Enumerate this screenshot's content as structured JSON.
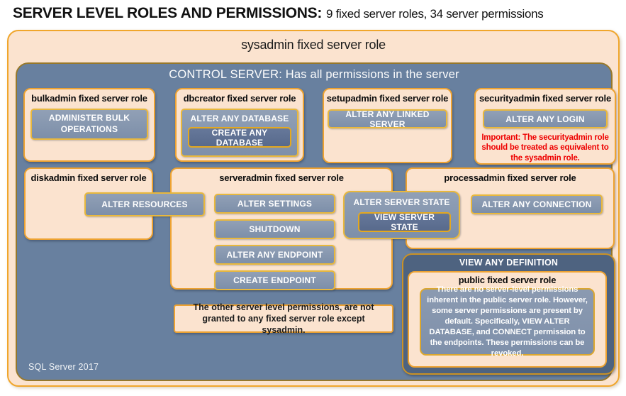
{
  "page": {
    "title_bold": "SERVER LEVEL ROLES AND PERMISSIONS:",
    "title_rest": "9 fixed server roles, 34 server permissions"
  },
  "sysadmin": {
    "label": "sysadmin fixed server role"
  },
  "control": {
    "label": "CONTROL SERVER: Has all permissions in the server",
    "footer": "SQL Server 2017"
  },
  "roles": {
    "bulkadmin": {
      "title": "bulkadmin fixed server role",
      "perm": "ADMINISTER  BULK OPERATIONS"
    },
    "dbcreator": {
      "title": "dbcreator fixed server role",
      "outer_perm": "ALTER ANY DATABASE",
      "inner_perm": "CREATE  ANY DATABASE"
    },
    "setupadmin": {
      "title": "setupadmin fixed server role",
      "perm": "ALTER ANY LINKED SERVER"
    },
    "securityadmin": {
      "title": "securityadmin  fixed server role",
      "perm": "ALTER ANY LOGIN",
      "warning": "Important:  The securityadmin role should  be treated as equivalent to the  sysadmin role."
    },
    "diskadmin": {
      "title": "diskadmin  fixed server role",
      "perm": "ALTER RESOURCES"
    },
    "serveradmin": {
      "title": "serveradmin fixed server role",
      "perms": [
        "ALTER  SETTINGS",
        "SHUTDOWN",
        "ALTER ANY ENDPOINT",
        "CREATE  ENDPOINT"
      ],
      "outer_perm": "ALTER SERVER  STATE",
      "inner_perm": "VIEW  SERVER  STATE"
    },
    "processadmin": {
      "title": "processadmin  fixed server role",
      "perm": "ALTER ANY CONNECTION"
    },
    "public": {
      "container_perm": "VIEW ANY DEFINITION",
      "title": "public fixed server role",
      "description": "There are no server-level permissions inherent in the public server role. However, some server permissions are present by default. Specifically, VIEW ALTER DATABASE, and CONNECT permission to the endpoints. These permissions can be revoked."
    }
  },
  "note": "The other server level permissions,  are not granted to any fixed server role except sysadmin.",
  "colors": {
    "peach_fill": "#fbe3cf",
    "orange_border": "#eda231",
    "slate_fill": "#68809f",
    "perm_fill": "#8495ae",
    "dark_slate_fill": "#4e6380",
    "warning_red": "#ee0000"
  }
}
